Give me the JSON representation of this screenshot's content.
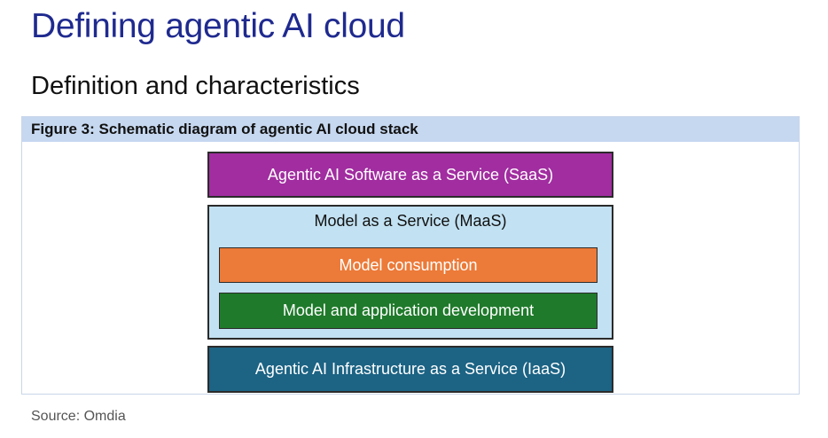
{
  "slide": {
    "title": "Defining agentic AI cloud",
    "subtitle": "Definition and characteristics"
  },
  "figure": {
    "caption": "Figure 3: Schematic diagram of agentic AI cloud stack",
    "layers": {
      "saas": "Agentic AI Software as a Service (SaaS)",
      "maas": "Model as a Service (MaaS)",
      "consumption": "Model consumption",
      "development": "Model and application development",
      "iaas": "Agentic AI Infrastructure as a Service (IaaS)"
    },
    "colors": {
      "saas": "#a12da0",
      "maas": "#c2e1f2",
      "consumption": "#ec7a38",
      "development": "#1f7a2b",
      "iaas": "#1c6384"
    }
  },
  "source": "Source: Omdia"
}
